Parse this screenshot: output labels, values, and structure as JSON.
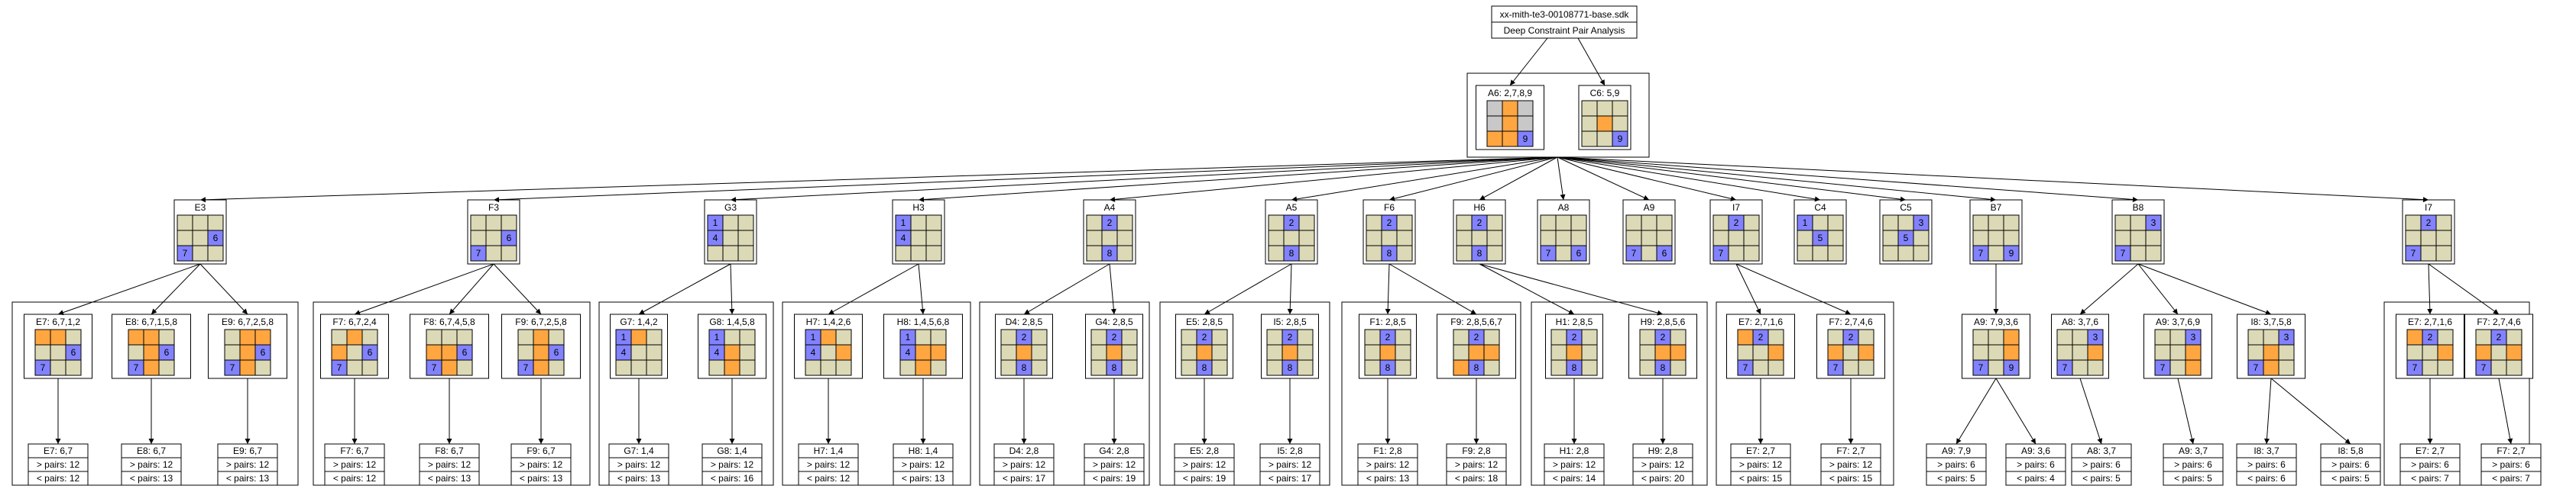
{
  "root": {
    "title": "xx-mith-te3-00108771-base.sdk",
    "subtitle": "Deep Constraint Pair Analysis"
  },
  "colors": {
    "empty": "#dcd9b6",
    "orange": "#ffa640",
    "blue": "#8282ff",
    "grey": "#c8c8c8",
    "line": "#000000"
  },
  "level1": [
    {
      "label": "A6: 2,7,8,9",
      "grid": "gog/gog/oob",
      "digits": {
        "8": "9"
      }
    },
    {
      "label": "C6: 5,9",
      "grid": "eee/eoe/eeb",
      "digits": {
        "8": "9"
      }
    }
  ],
  "level2": [
    {
      "label": "E3",
      "grid": "eee/eeb/bee",
      "digits": {
        "5": "6",
        "6": "7"
      }
    },
    {
      "label": "F3",
      "grid": "eee/eeb/bee",
      "digits": {
        "5": "6",
        "6": "7"
      }
    },
    {
      "label": "G3",
      "grid": "bee/bee/eee",
      "digits": {
        "0": "1",
        "3": "4"
      }
    },
    {
      "label": "H3",
      "grid": "bee/bee/eee",
      "digits": {
        "0": "1",
        "3": "4"
      }
    },
    {
      "label": "A4",
      "grid": "ebe/eee/ebe",
      "digits": {
        "1": "2",
        "7": "8"
      }
    },
    {
      "label": "A5",
      "grid": "ebe/eee/ebe",
      "digits": {
        "1": "2",
        "7": "8"
      }
    },
    {
      "label": "F6",
      "grid": "ebe/eee/ebe",
      "digits": {
        "1": "2",
        "7": "8"
      }
    },
    {
      "label": "H6",
      "grid": "ebe/eee/ebe",
      "digits": {
        "1": "2",
        "7": "8"
      }
    },
    {
      "label": "A8",
      "grid": "eee/eee/beb",
      "digits": {
        "6": "7",
        "8": "6"
      }
    },
    {
      "label": "A9",
      "grid": "eee/eee/beb",
      "digits": {
        "6": "7",
        "8": "6"
      }
    },
    {
      "label": "I7",
      "grid": "ebe/eee/bee",
      "digits": {
        "1": "2",
        "6": "7"
      }
    },
    {
      "label": "C4",
      "grid": "bee/ebe/eee",
      "digits": {
        "0": "1",
        "4": "5"
      }
    },
    {
      "label": "C5",
      "grid": "eeb/ebe/eee",
      "digits": {
        "2": "3",
        "4": "5"
      }
    },
    {
      "label": "B7",
      "grid": "eee/eee/beb",
      "digits": {
        "6": "7",
        "8": "9"
      }
    },
    {
      "label": "B8",
      "grid": "eeb/eee/bee",
      "digits": {
        "2": "3",
        "6": "7"
      }
    },
    {
      "label": "I7",
      "grid": "ebe/eee/bee",
      "digits": {
        "1": "2",
        "6": "7"
      }
    }
  ],
  "level3": [
    {
      "label": "E7: 6,7,1,2",
      "grid": "ooe/eeb/bee",
      "digits": {
        "5": "6",
        "6": "7"
      }
    },
    {
      "label": "E8: 6,7,1,5,8",
      "grid": "ooe/eob/boe",
      "digits": {
        "5": "6",
        "6": "7"
      }
    },
    {
      "label": "E9: 6,7,2,5,8",
      "grid": "eoo/eob/boe",
      "digits": {
        "5": "6",
        "6": "7"
      }
    },
    {
      "label": "F7: 6,7,2,4",
      "grid": "eoe/oeb/bee",
      "digits": {
        "5": "6",
        "6": "7"
      }
    },
    {
      "label": "F8: 6,7,4,5,8",
      "grid": "eee/oob/boe",
      "digits": {
        "5": "6",
        "6": "7"
      }
    },
    {
      "label": "F9: 6,7,2,5,8",
      "grid": "eoe/eob/boe",
      "digits": {
        "5": "6",
        "6": "7"
      }
    },
    {
      "label": "G7: 1,4,2",
      "grid": "boe/bee/eee",
      "digits": {
        "0": "1",
        "3": "4"
      }
    },
    {
      "label": "G8: 1,4,5,8",
      "grid": "bee/boe/eoe",
      "digits": {
        "0": "1",
        "3": "4"
      }
    },
    {
      "label": "H7: 1,4,2,6",
      "grid": "boe/beo/eee",
      "digits": {
        "0": "1",
        "3": "4"
      }
    },
    {
      "label": "H8: 1,4,5,6,8",
      "grid": "bee/boo/eoe",
      "digits": {
        "0": "1",
        "3": "4"
      }
    },
    {
      "label": "D4: 2,8,5",
      "grid": "ebe/eoe/ebe",
      "digits": {
        "1": "2",
        "7": "8"
      }
    },
    {
      "label": "G4: 2,8,5",
      "grid": "ebe/eoe/ebe",
      "digits": {
        "1": "2",
        "7": "8"
      }
    },
    {
      "label": "E5: 2,8,5",
      "grid": "ebe/eoe/ebe",
      "digits": {
        "1": "2",
        "7": "8"
      }
    },
    {
      "label": "I5: 2,8,5",
      "grid": "ebe/eoe/ebe",
      "digits": {
        "1": "2",
        "7": "8"
      }
    },
    {
      "label": "F1: 2,8,5",
      "grid": "ebe/eoe/ebe",
      "digits": {
        "1": "2",
        "7": "8"
      }
    },
    {
      "label": "F9: 2,8,5,6,7",
      "grid": "ebe/eoo/obe",
      "digits": {
        "1": "2",
        "7": "8"
      }
    },
    {
      "label": "H1: 2,8,5",
      "grid": "ebe/eoe/ebe",
      "digits": {
        "1": "2",
        "7": "8"
      }
    },
    {
      "label": "H9: 2,8,5,6",
      "grid": "ebe/eoo/ebe",
      "digits": {
        "1": "2",
        "7": "8"
      }
    },
    {
      "label": "E7: 2,7,1,6",
      "grid": "obe/eeo/bee",
      "digits": {
        "1": "2",
        "6": "7"
      }
    },
    {
      "label": "F7: 2,7,4,6",
      "grid": "ebe/oeo/bee",
      "digits": {
        "1": "2",
        "6": "7"
      }
    },
    {
      "label": "A9: 7,9,3,6",
      "grid": "eeo/eeo/beb",
      "digits": {
        "6": "7",
        "8": "9"
      }
    },
    {
      "label": "A8: 3,7,6",
      "grid": "eeb/eeo/bee",
      "digits": {
        "2": "3",
        "6": "7"
      }
    },
    {
      "label": "A9: 3,7,6,9",
      "grid": "eeb/eeo/beo",
      "digits": {
        "2": "3",
        "6": "7"
      }
    },
    {
      "label": "I8: 3,7,5,8",
      "grid": "eeb/eoe/boe",
      "digits": {
        "2": "3",
        "6": "7"
      }
    },
    {
      "label": "E7: 2,7,1,6",
      "grid": "obe/eeo/bee",
      "digits": {
        "1": "2",
        "6": "7"
      }
    },
    {
      "label": "F7: 2,7,4,6",
      "grid": "ebe/oeo/bee",
      "digits": {
        "1": "2",
        "6": "7"
      }
    }
  ],
  "level4": [
    {
      "label": "E7: 6,7",
      "gt": "> pairs: 12",
      "lt": "< pairs: 12"
    },
    {
      "label": "E8: 6,7",
      "gt": "> pairs: 12",
      "lt": "< pairs: 13"
    },
    {
      "label": "E9: 6,7",
      "gt": "> pairs: 12",
      "lt": "< pairs: 13"
    },
    {
      "label": "F7: 6,7",
      "gt": "> pairs: 12",
      "lt": "< pairs: 12"
    },
    {
      "label": "F8: 6,7",
      "gt": "> pairs: 12",
      "lt": "< pairs: 13"
    },
    {
      "label": "F9: 6,7",
      "gt": "> pairs: 12",
      "lt": "< pairs: 13"
    },
    {
      "label": "G7: 1,4",
      "gt": "> pairs: 12",
      "lt": "< pairs: 13"
    },
    {
      "label": "G8: 1,4",
      "gt": "> pairs: 12",
      "lt": "< pairs: 16"
    },
    {
      "label": "H7: 1,4",
      "gt": "> pairs: 12",
      "lt": "< pairs: 12"
    },
    {
      "label": "H8: 1,4",
      "gt": "> pairs: 12",
      "lt": "< pairs: 13"
    },
    {
      "label": "D4: 2,8",
      "gt": "> pairs: 12",
      "lt": "< pairs: 17"
    },
    {
      "label": "G4: 2,8",
      "gt": "> pairs: 12",
      "lt": "< pairs: 19"
    },
    {
      "label": "E5: 2,8",
      "gt": "> pairs: 12",
      "lt": "< pairs: 19"
    },
    {
      "label": "I5: 2,8",
      "gt": "> pairs: 12",
      "lt": "< pairs: 17"
    },
    {
      "label": "F1: 2,8",
      "gt": "> pairs: 12",
      "lt": "< pairs: 13"
    },
    {
      "label": "F9: 2,8",
      "gt": "> pairs: 12",
      "lt": "< pairs: 18"
    },
    {
      "label": "H1: 2,8",
      "gt": "> pairs: 12",
      "lt": "< pairs: 14"
    },
    {
      "label": "H9: 2,8",
      "gt": "> pairs: 12",
      "lt": "< pairs: 20"
    },
    {
      "label": "E7: 2,7",
      "gt": "> pairs: 12",
      "lt": "< pairs: 15"
    },
    {
      "label": "F7: 2,7",
      "gt": "> pairs: 12",
      "lt": "< pairs: 15"
    },
    {
      "label": "A9: 7,9",
      "gt": "> pairs: 6",
      "lt": "< pairs: 5"
    },
    {
      "label": "A9: 3,6",
      "gt": "> pairs: 6",
      "lt": "< pairs: 4"
    },
    {
      "label": "A8: 3,7",
      "gt": "> pairs: 6",
      "lt": "< pairs: 5"
    },
    {
      "label": "A9: 3,7",
      "gt": "> pairs: 6",
      "lt": "< pairs: 5"
    },
    {
      "label": "I8: 3,7",
      "gt": "> pairs: 6",
      "lt": "< pairs: 6"
    },
    {
      "label": "I8: 5,8",
      "gt": "> pairs: 6",
      "lt": "< pairs: 5"
    },
    {
      "label": "E7: 2,7",
      "gt": "> pairs: 6",
      "lt": "< pairs: 7"
    },
    {
      "label": "F7: 2,7",
      "gt": "> pairs: 6",
      "lt": "< pairs: 7"
    }
  ]
}
